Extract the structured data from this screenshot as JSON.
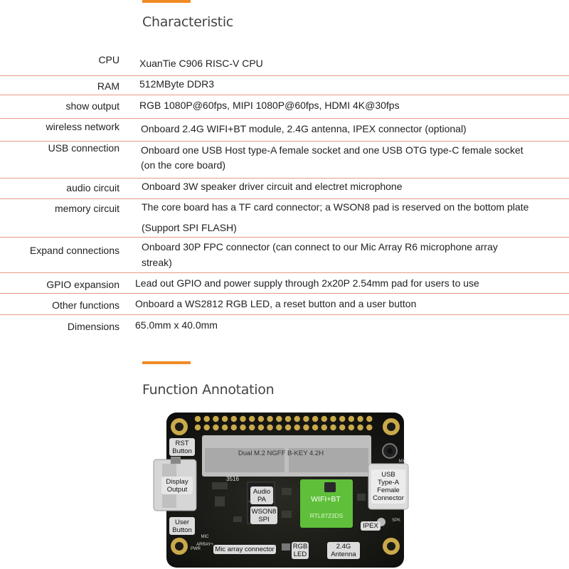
{
  "sections": {
    "characteristic_title": "Characteristic",
    "function_title": "Function Annotation"
  },
  "specs": [
    {
      "label": "CPU",
      "value": "XuanTie C906 RISC-V CPU"
    },
    {
      "label": "RAM",
      "value": "512MByte DDR3"
    },
    {
      "label": "show output",
      "value": "RGB 1080P@60fps, MIPI 1080P@60fps, HDMI 4K@30fps"
    },
    {
      "label": "wireless network",
      "value": "Onboard 2.4G WIFI+BT module, 2.4G antenna, IPEX connector (optional)"
    },
    {
      "label": "USB connection",
      "value": "Onboard one USB Host type-A female socket and one USB OTG type-C female socket",
      "value2": "(on the core board)"
    },
    {
      "label": "audio circuit",
      "value": "Onboard 3W speaker driver circuit and electret microphone"
    },
    {
      "label": "memory circuit",
      "value": "The core board has a TF card connector; a WSON8 pad is reserved on the bottom plate",
      "value2": "(Support SPI FLASH)"
    },
    {
      "label": "Expand connections",
      "value": "Onboard 30P FPC connector (can connect to our Mic Array R6 microphone array",
      "value2": "streak)"
    },
    {
      "label": "GPIO expansion",
      "value": "Lead out GPIO and power supply through 2x20P 2.54mm pad for users to use"
    },
    {
      "label": "Other functions",
      "value": "Onboard a WS2812 RGB LED, a reset button and a user button"
    },
    {
      "label": "Dimensions",
      "value": "65.0mm x 40.0mm"
    }
  ],
  "board": {
    "m2_slot": "Dual M.2 NGFF B-KEY 4.2H",
    "rst_button": [
      "RST",
      "Button"
    ],
    "display_output": [
      "Display",
      "Output"
    ],
    "audio_pa": [
      "Audio",
      "PA"
    ],
    "wson8_spi": [
      "WSON8",
      "SPI"
    ],
    "wifi_bt": "WIFI+BT",
    "wifi_chip": "RTL8723DS",
    "usb_type_a": [
      "USB",
      "Type-A",
      "Female",
      "Connector"
    ],
    "user_button": [
      "User",
      "Button"
    ],
    "ipex": "IPEX",
    "mic_array_connector": "Mic array connector",
    "rgb_led": [
      "RGB",
      "LED"
    ],
    "antenna": [
      "2.4G",
      "Antenna"
    ],
    "silk_3516": "3516",
    "silk_mic": "MIC",
    "silk_pwr": "PWR",
    "silk_mic_array": "MIC ARRAY+",
    "silk_spk": "SPK"
  }
}
